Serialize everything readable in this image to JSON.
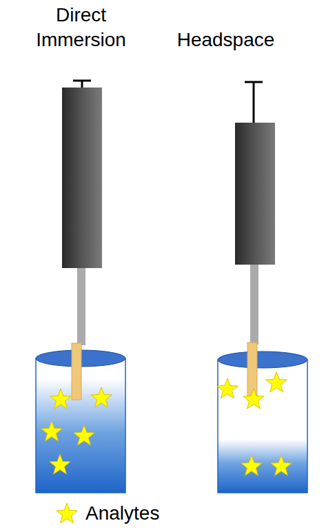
{
  "diagram": {
    "labels": [
      "Direct Immersion",
      "Headspace"
    ],
    "legend": [
      {
        "text": "Analytes"
      }
    ]
  }
}
